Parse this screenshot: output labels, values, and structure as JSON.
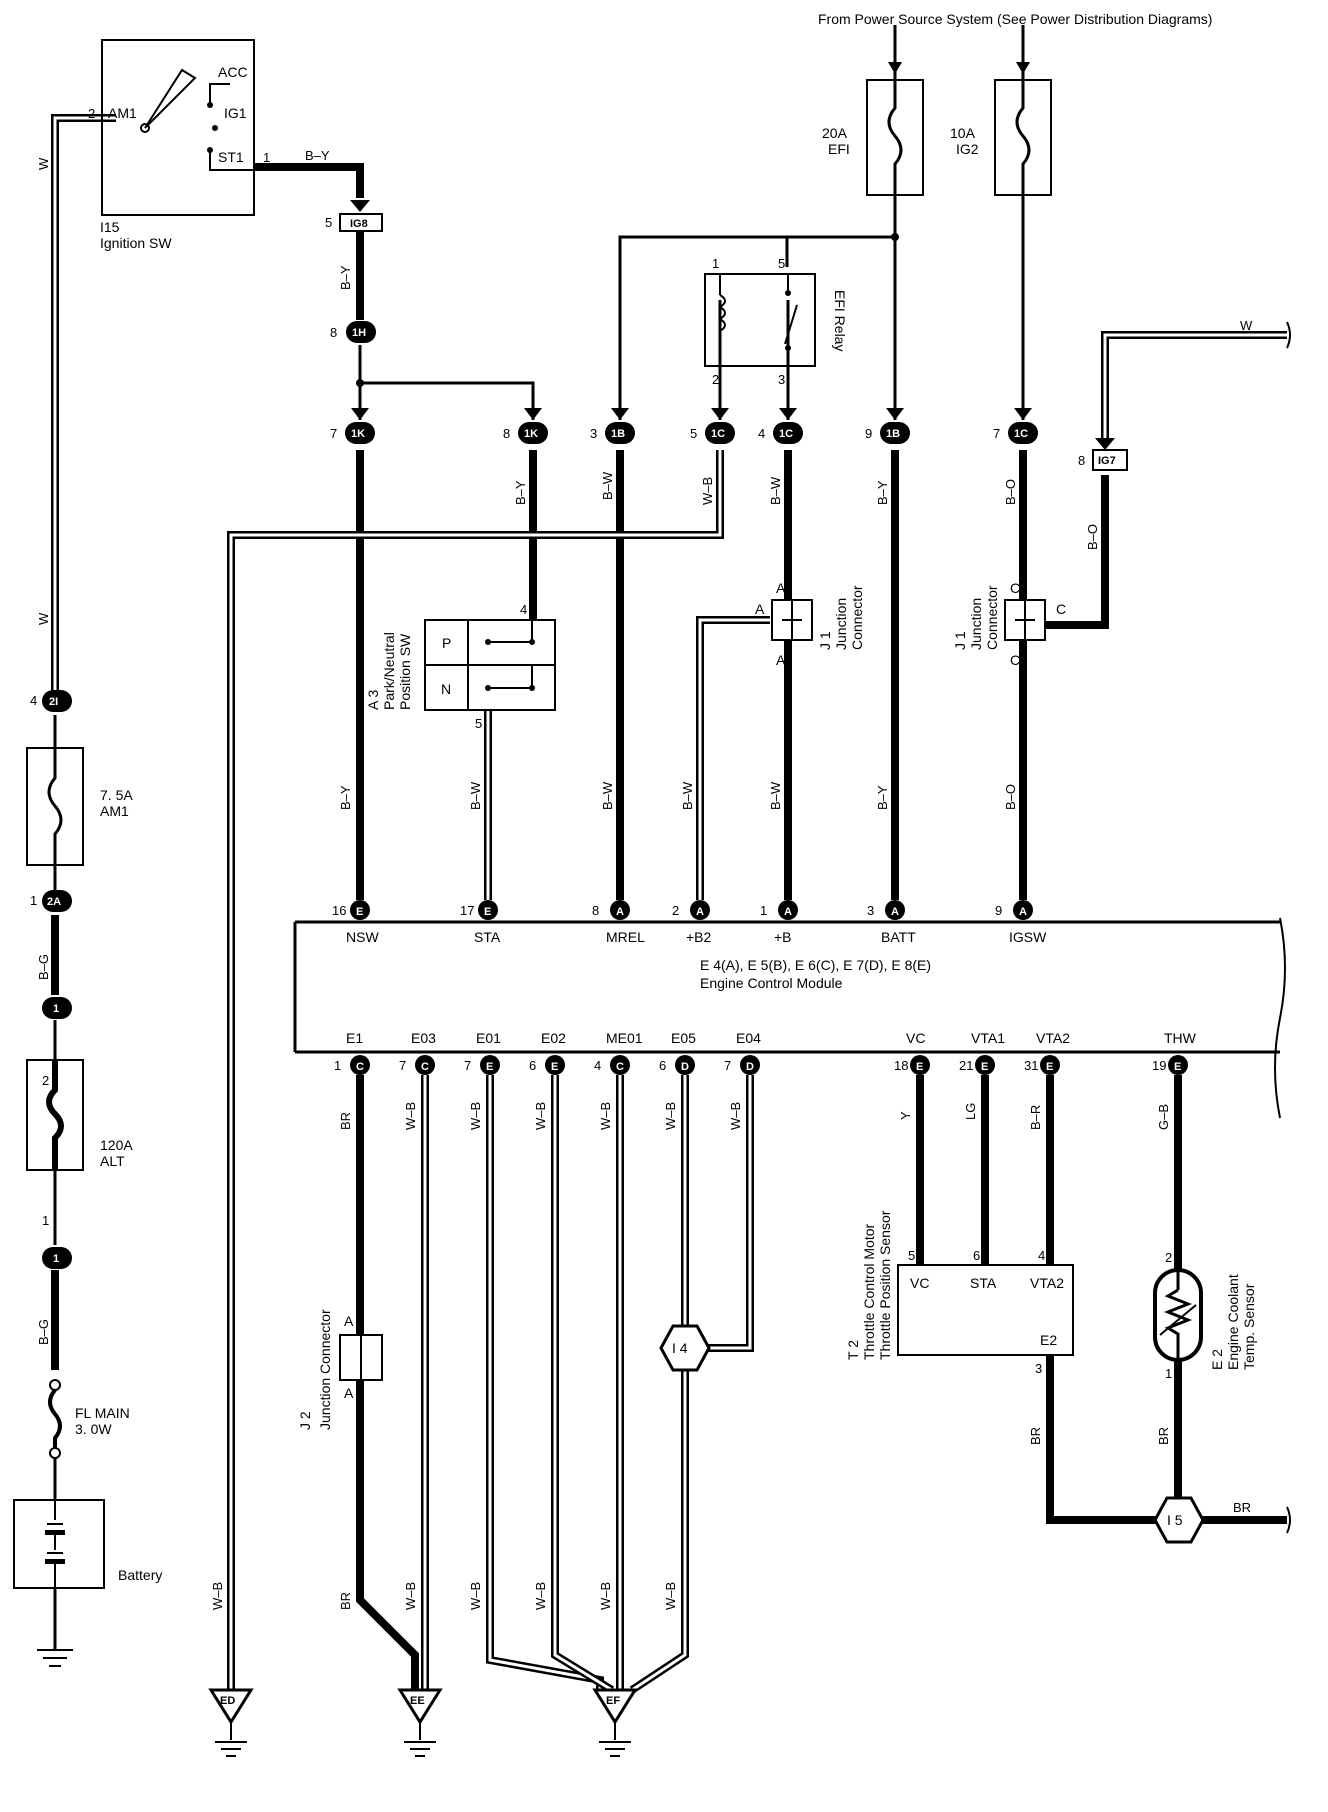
{
  "header": {
    "source_note": "From Power Source System  (See Power Distribution Diagrams)"
  },
  "components": {
    "ignition_sw": {
      "code": "I15",
      "name": "Ignition SW",
      "acc": "ACC",
      "ig1": "IG1",
      "st1": "ST1",
      "am1": "AM1",
      "pin2": "2",
      "pin1": "1"
    },
    "fuse_efi": {
      "rating": "20A",
      "name": "EFI"
    },
    "fuse_ig2": {
      "rating": "10A",
      "name": "IG2"
    },
    "efi_relay": {
      "name": "EFI Relay",
      "p1": "1",
      "p2": "2",
      "p3": "3",
      "p5": "5"
    },
    "fuse_am1": {
      "rating": "7. 5A",
      "name": "AM1"
    },
    "fuse_alt": {
      "rating": "120A",
      "name": "ALT",
      "p1": "1",
      "p2": "2"
    },
    "fl_main": {
      "name": "FL MAIN",
      "rating": "3. 0W"
    },
    "battery": {
      "name": "Battery"
    },
    "park_neutral": {
      "code": "A 3",
      "name1": "Park/Neutral",
      "name2": "Position SW",
      "p": "P",
      "n": "N",
      "pin4": "4",
      "pin5": "5"
    },
    "junction_j1a": {
      "code": "J 1",
      "name1": "Junction",
      "name2": "Connector",
      "term": "A"
    },
    "junction_j1c": {
      "code": "J 1",
      "name1": "Junction",
      "name2": "Connector",
      "term": "C"
    },
    "junction_j2": {
      "code": "J 2",
      "name": "Junction Connector",
      "term": "A"
    },
    "ecm": {
      "line1": "E 4(A), E 5(B), E 6(C), E 7(D), E 8(E)",
      "line2": "Engine Control Module"
    },
    "throttle": {
      "code": "T 2",
      "name1": "Throttle Control Motor",
      "name2": "Throttle Position Sensor",
      "vc": "VC",
      "sta": "STA",
      "vta2": "VTA2",
      "e2": "E2",
      "p5": "5",
      "p6": "6",
      "p4": "4",
      "p3": "3"
    },
    "coolant": {
      "code": "E 2",
      "name1": "Engine Coolant",
      "name2": "Temp. Sensor",
      "p2": "2",
      "p1": "1"
    }
  },
  "connectors": {
    "ig8": {
      "id": "IG8",
      "pin": "5"
    },
    "c1h": {
      "id": "1H",
      "pin": "8"
    },
    "c1k_7": {
      "id": "1K",
      "pin": "7"
    },
    "c1k_8": {
      "id": "1K",
      "pin": "8"
    },
    "c1b_3": {
      "id": "1B",
      "pin": "3"
    },
    "c1c_5": {
      "id": "1C",
      "pin": "5"
    },
    "c1c_4": {
      "id": "1C",
      "pin": "4"
    },
    "c1b_9": {
      "id": "1B",
      "pin": "9"
    },
    "c1c_7": {
      "id": "1C",
      "pin": "7"
    },
    "ig7": {
      "id": "IG7",
      "pin": "8"
    },
    "c2i": {
      "id": "2I",
      "pin": "4"
    },
    "c2a": {
      "id": "2A",
      "pin": "1"
    },
    "c1a": {
      "id": "1"
    },
    "c1b": {
      "id": "1"
    },
    "i4": {
      "id": "I 4"
    },
    "i5": {
      "id": "I 5"
    }
  },
  "ecm_top_pins": [
    {
      "pin": "16",
      "conn": "E",
      "name": "NSW"
    },
    {
      "pin": "17",
      "conn": "E",
      "name": "STA"
    },
    {
      "pin": "8",
      "conn": "A",
      "name": "MREL"
    },
    {
      "pin": "2",
      "conn": "A",
      "name": "+B2"
    },
    {
      "pin": "1",
      "conn": "A",
      "name": "+B"
    },
    {
      "pin": "3",
      "conn": "A",
      "name": "BATT"
    },
    {
      "pin": "9",
      "conn": "A",
      "name": "IGSW"
    }
  ],
  "ecm_bottom_pins": [
    {
      "pin": "1",
      "conn": "C",
      "name": "E1"
    },
    {
      "pin": "7",
      "conn": "C",
      "name": "E03"
    },
    {
      "pin": "7",
      "conn": "E",
      "name": "E01"
    },
    {
      "pin": "6",
      "conn": "E",
      "name": "E02"
    },
    {
      "pin": "4",
      "conn": "C",
      "name": "ME01"
    },
    {
      "pin": "6",
      "conn": "D",
      "name": "E05"
    },
    {
      "pin": "7",
      "conn": "D",
      "name": "E04"
    },
    {
      "pin": "18",
      "conn": "E",
      "name": "VC"
    },
    {
      "pin": "21",
      "conn": "E",
      "name": "VTA1"
    },
    {
      "pin": "31",
      "conn": "E",
      "name": "VTA2"
    },
    {
      "pin": "19",
      "conn": "E",
      "name": "THW"
    }
  ],
  "wire_colors": {
    "w_ign": "W",
    "by_st": "B–Y",
    "by_1": "B–Y",
    "by_2": "B–Y",
    "by_3": "B–Y",
    "bw_1": "B–W",
    "wb_relay": "W–B",
    "bw_2": "B–W",
    "by_batt": "B–Y",
    "bo_1": "B–O",
    "bo_ig7": "B–O",
    "w_right": "W",
    "w_left": "W",
    "by_nsw": "B–Y",
    "bw_sta": "B–W",
    "bw_mrel": "B–W",
    "bw_b2": "B–W",
    "bw_b": "B–W",
    "by_batt2": "B–Y",
    "bo_igsw": "B–O",
    "bg_1": "B–G",
    "bg_2": "B–G",
    "br_e1": "BR",
    "wb_e03": "W–B",
    "wb_e01": "W–B",
    "wb_e02": "W–B",
    "wb_me01": "W–B",
    "wb_e05": "W–B",
    "wb_e04": "W–B",
    "y_vc": "Y",
    "lg_vta1": "LG",
    "br_vta2": "B–R",
    "gb_thw": "G–B",
    "br_j2": "BR",
    "wb_ed": "W–B",
    "wb_ee": "W–B",
    "wb_ef1": "W–B",
    "wb_ef2": "W–B",
    "wb_ef3": "W–B",
    "wb_ef4": "W–B",
    "br_t2": "BR",
    "br_cool": "BR",
    "br_i5": "BR"
  },
  "grounds": {
    "ed": "ED",
    "ee": "EE",
    "ef": "EF"
  }
}
